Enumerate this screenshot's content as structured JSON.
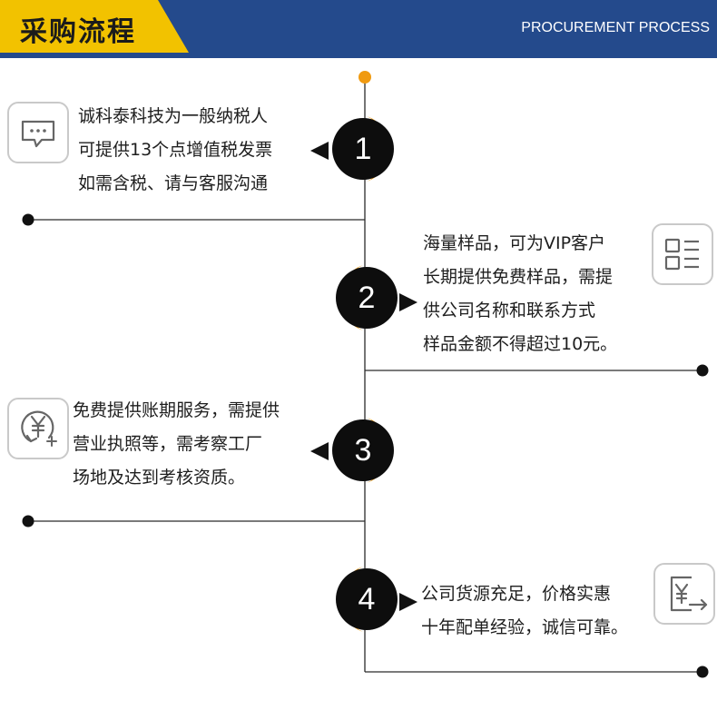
{
  "header": {
    "title": "采购流程",
    "subtitle": "PROCUREMENT PROCESS"
  },
  "colors": {
    "header_bg": "#244a8c",
    "tab": "#f2c200",
    "accent": "#f09a10",
    "circle": "#0d0d0d"
  },
  "steps": [
    {
      "number": "1",
      "icon": "chat-bubble-icon",
      "lines": [
        "诚科泰科技为一般纳税人",
        "可提供13个点增值税发票",
        "如需含税、请与客服沟通"
      ]
    },
    {
      "number": "2",
      "icon": "list-icon",
      "lines": [
        "海量样品，可为VIP客户",
        "长期提供免费样品，需提",
        "供公司名称和联系方式",
        "样品金额不得超过10元。"
      ]
    },
    {
      "number": "3",
      "icon": "yuan-coin-icon",
      "lines": [
        "免费提供账期服务，需提供",
        "营业执照等，需考察工厂",
        "场地及达到考核资质。"
      ]
    },
    {
      "number": "4",
      "icon": "yuan-receipt-icon",
      "lines": [
        "公司货源充足，价格实惠",
        "十年配单经验，诚信可靠。"
      ]
    }
  ]
}
